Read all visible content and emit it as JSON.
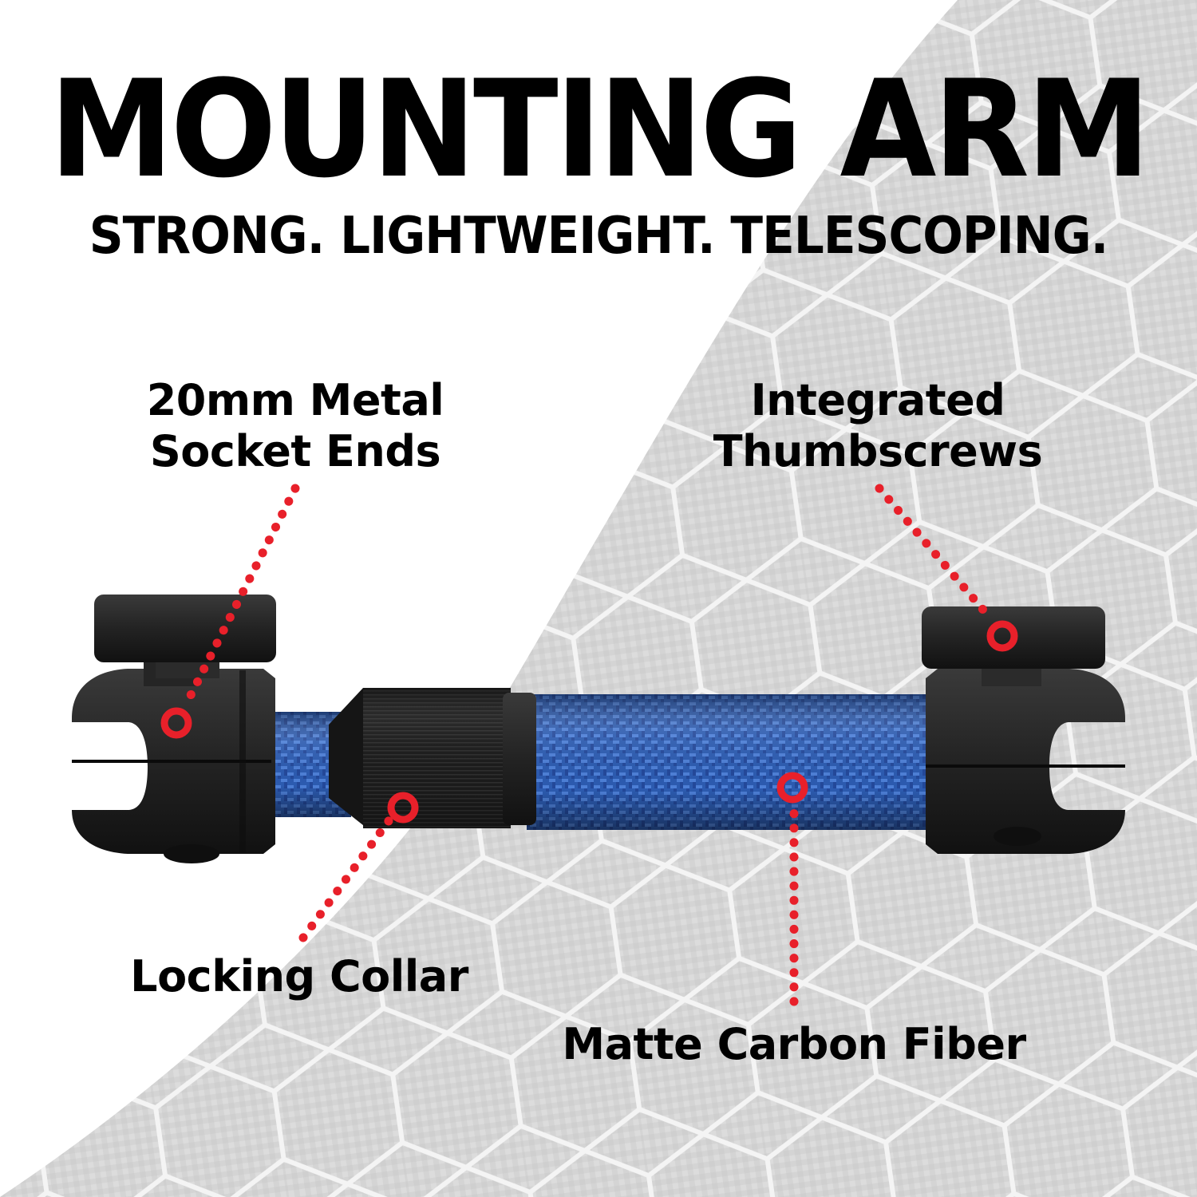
{
  "header": {
    "title": "MOUNTING ARM",
    "subtitle": "STRONG. LIGHTWEIGHT. TELESCOPING."
  },
  "callouts": [
    {
      "id": "socket-ends",
      "line1": "20mm Metal",
      "line2": "Socket Ends"
    },
    {
      "id": "thumbscrews",
      "line1": "Integrated",
      "line2": "Thumbscrews"
    },
    {
      "id": "locking-collar",
      "line1": "Locking Collar"
    },
    {
      "id": "carbon-fiber",
      "line1": "Matte Carbon Fiber"
    }
  ],
  "colors": {
    "accent_red": "#e8202a",
    "tube_blue": "#2f5fb8",
    "hardware_black": "#1e1e1e",
    "background_gray": "#d6d6d6"
  }
}
